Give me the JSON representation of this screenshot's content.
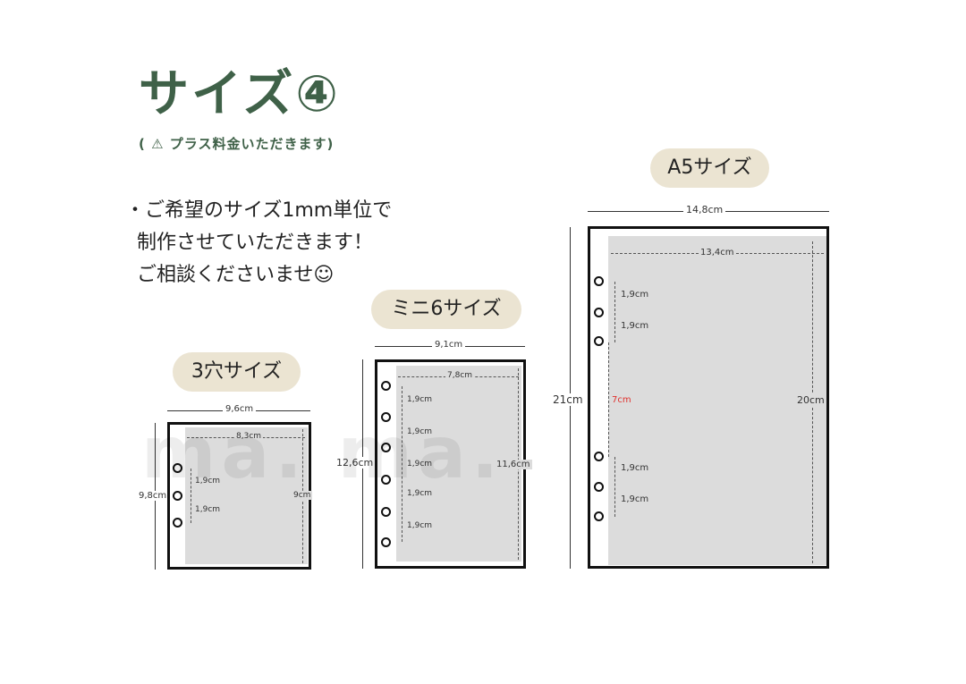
{
  "header": {
    "title": "サイズ④",
    "subtitle": "( ⚠ プラス料金いただきます)"
  },
  "description": {
    "lines": [
      "・ご希望のサイズ1mm単位で",
      "制作させていただきます！",
      "ご相談くださいませ☺"
    ]
  },
  "watermark": "ma. ma.",
  "sizes": {
    "three_hole": {
      "label": "3穴サイズ",
      "outer_width": "9,6cm",
      "outer_height": "9,8cm",
      "page_width": "8,3cm",
      "page_height": "9cm",
      "hole_spacings": [
        "1,9cm",
        "1,9cm"
      ]
    },
    "mini6": {
      "label": "ミニ6サイズ",
      "outer_width": "9,1cm",
      "outer_height": "12,6cm",
      "page_width": "7,8cm",
      "page_height": "11,6cm",
      "hole_spacings": [
        "1,9cm",
        "1,9cm",
        "1,9cm",
        "1,9cm",
        "1,9cm"
      ]
    },
    "a5": {
      "label": "A5サイズ",
      "outer_width": "14,8cm",
      "outer_height": "21cm",
      "page_width": "13,4cm",
      "page_height": "20cm",
      "hole_spacings": [
        "1,9cm",
        "1,9cm"
      ],
      "middle_gap": "7cm",
      "hole_spacings_bottom": [
        "1,9cm",
        "1,9cm"
      ]
    }
  },
  "colors": {
    "title_green": "#3f6148",
    "pill_beige": "#ebe4d2",
    "page_gray": "#dcdcdc",
    "gap_red": "#e0302c"
  }
}
